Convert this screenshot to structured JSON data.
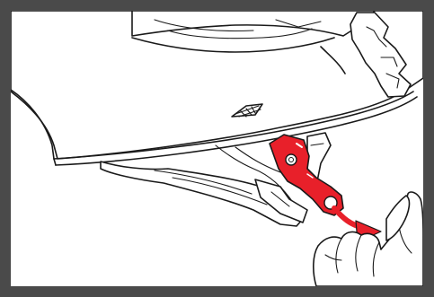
{
  "illustration": {
    "subject": "helmet-visor-bracket-removal",
    "icons": [
      "helmet-shell",
      "visor-peak",
      "vent-grille",
      "bracket-plate",
      "removal-arrow",
      "hand",
      "screw"
    ],
    "colors": {
      "frame": "#4a4a4a",
      "background": "#ffffff",
      "line": "#1a1a1a",
      "highlight": "#e8202a"
    }
  }
}
